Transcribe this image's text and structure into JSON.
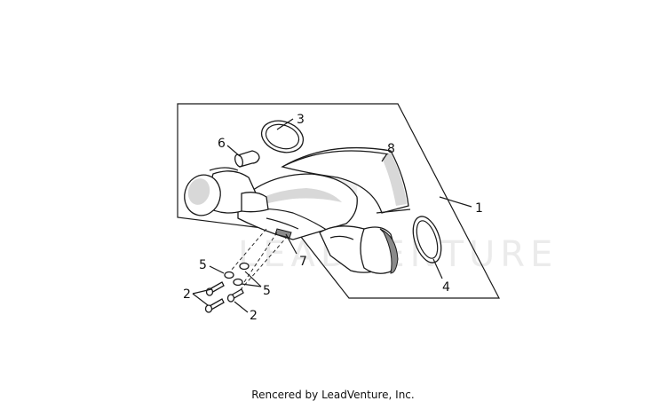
{
  "callouts": {
    "c1": "1",
    "c2a": "2",
    "c2b": "2",
    "c3": "3",
    "c4": "4",
    "c5a": "5",
    "c5b": "5",
    "c6": "6",
    "c7": "7",
    "c8": "8"
  },
  "watermark": "LEADVENTURE",
  "footer": "Rencered by LeadVenture, Inc."
}
